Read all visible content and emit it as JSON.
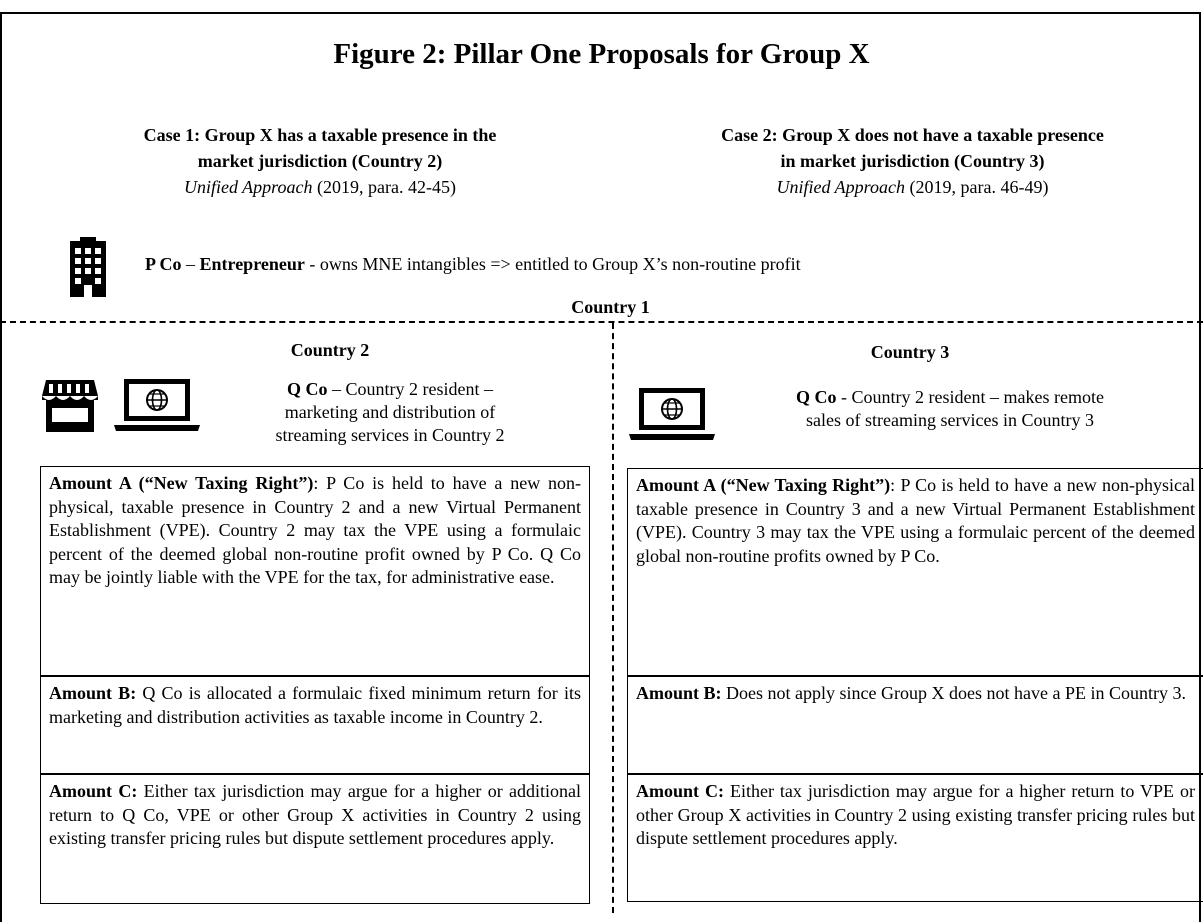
{
  "title": "Figure 2:  Pillar One Proposals for Group X",
  "case1": {
    "head_line1": "Case 1: Group X has a taxable presence in the",
    "head_line2": "market jurisdiction (Country 2)",
    "ref_italic": "Unified Approach",
    "ref_rest": " (2019, para. 42-45)"
  },
  "case2": {
    "head_line1": "Case 2: Group X does not have a taxable presence",
    "head_line2": "in market jurisdiction (Country 3)",
    "ref_italic": "Unified Approach",
    "ref_rest": " (2019, para. 46-49)"
  },
  "entrepreneur": {
    "name": "P Co",
    "dash": " – ",
    "role": "Entrepreneur",
    "text": " - owns MNE intangibles  =>  entitled to Group X’s non-routine profit"
  },
  "country1": "Country 1",
  "country2": {
    "label": "Country 2",
    "entity_name": "Q Co",
    "entity_line1": " – Country 2 resident –",
    "entity_line2": "marketing and distribution of",
    "entity_line3": "streaming services in Country 2",
    "amount_a_label": "Amount A (“New Taxing Right”)",
    "amount_a_text": ": P Co is held to have a new non-physical, taxable presence in Country 2 and a new Virtual Permanent Establishment (VPE). Country 2 may tax the VPE using a formulaic percent of the deemed global non-routine profit owned by P Co. Q Co may be jointly liable with the VPE for the tax, for administrative  ease.",
    "amount_b_label": "Amount B:",
    "amount_b_text": " Q Co is allocated a formulaic fixed minimum return for its marketing and distribution activities as taxable income in Country 2.",
    "amount_c_label": "Amount C:",
    "amount_c_text": "  Either tax jurisdiction may argue for a higher or additional return to Q Co, VPE or other Group X activities in Country 2 using existing transfer pricing rules but dispute settlement procedures apply."
  },
  "country3": {
    "label": "Country 3",
    "entity_name": "Q Co",
    "entity_line1": "  - Country 2 resident – makes remote",
    "entity_line2": "sales of streaming  services in Country 3",
    "amount_a_label": "Amount A (“New Taxing Right”)",
    "amount_a_text": ": P Co is held to have a new non-physical taxable presence in Country 3 and a new Virtual Permanent Establishment (VPE). Country 3 may tax the VPE using a formulaic percent of the deemed global non-routine profits owned by P Co.",
    "amount_b_label": "Amount B:",
    "amount_b_text": " Does not apply since Group X does not have a PE in Country 3.",
    "amount_c_label": "Amount C:",
    "amount_c_text": " Either tax jurisdiction may argue for a higher return to VPE or other Group X activities in Country 2 using existing transfer pricing rules but dispute settlement procedures apply."
  },
  "icons": {
    "building": "building-icon",
    "store": "storefront-icon",
    "laptop": "laptop-globe-icon"
  }
}
